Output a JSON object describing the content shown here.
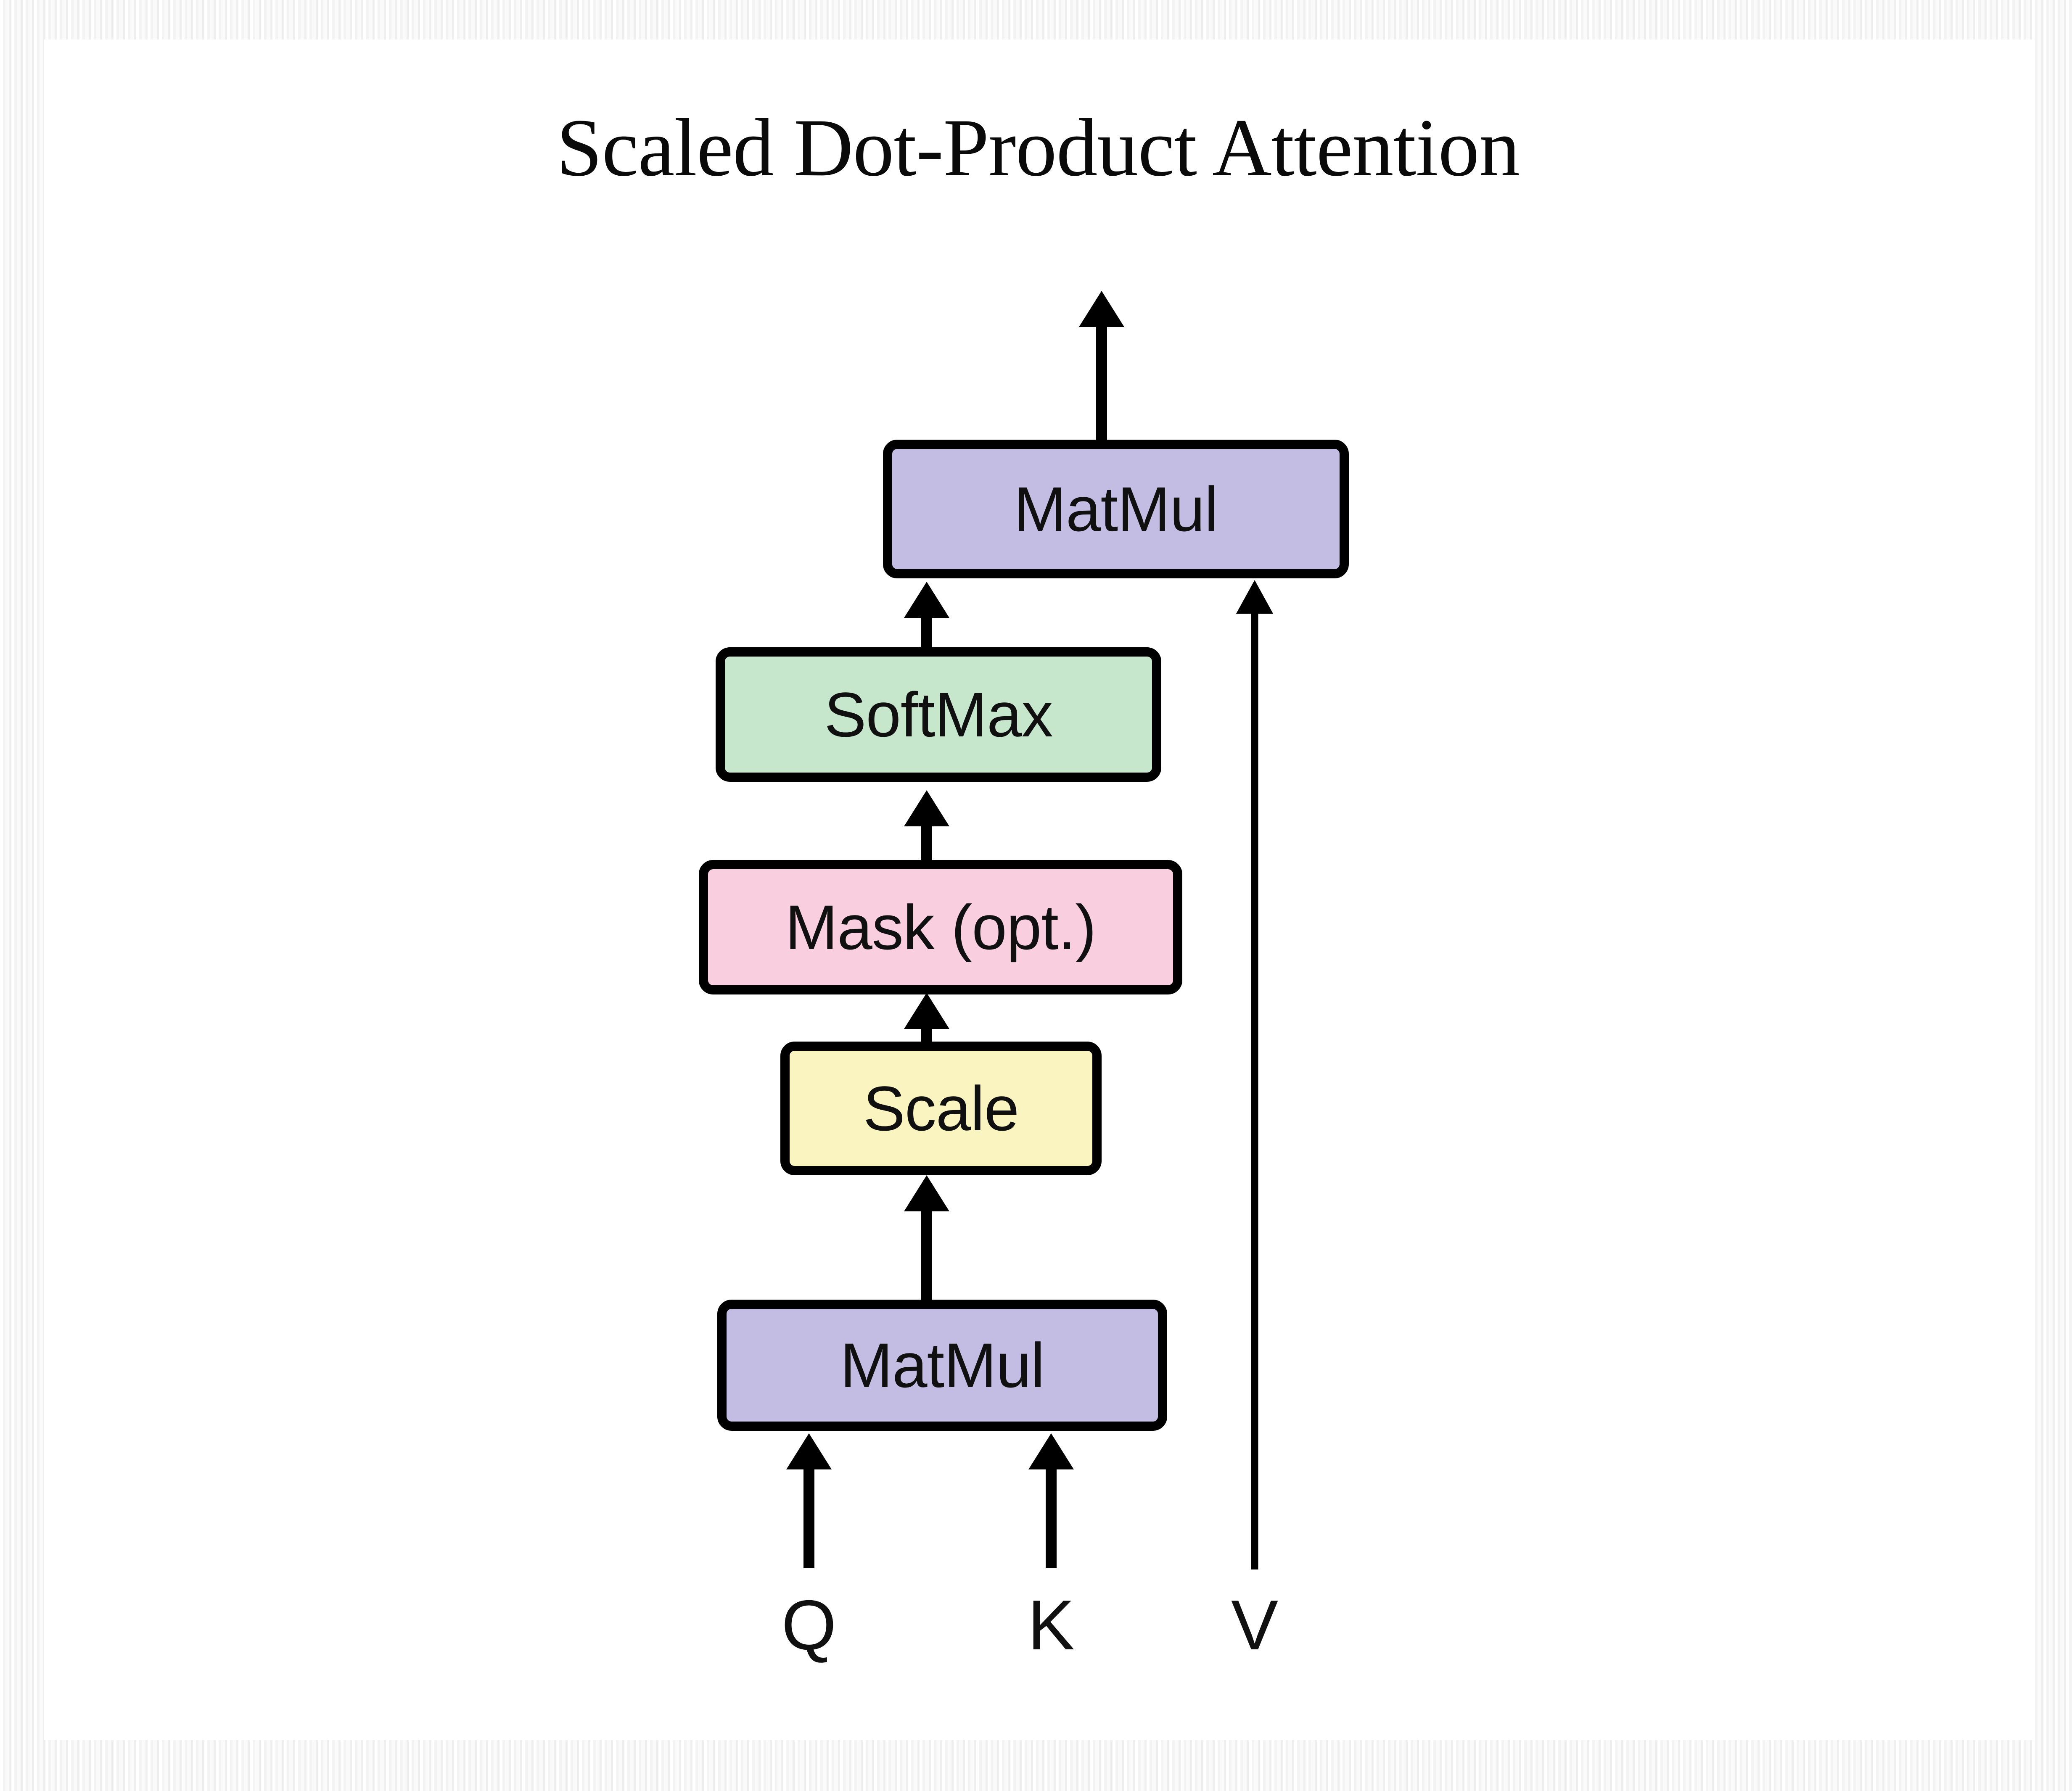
{
  "slide": {
    "title": "Scaled Dot-Product Attention",
    "background_color": "#ffffff",
    "frame_color": "#f3f3f3"
  },
  "diagram": {
    "type": "flowchart",
    "orientation": "bottom-to-top",
    "nodes": [
      {
        "id": "matmul-top",
        "label": "MatMul",
        "fill": "#C3BCE3",
        "stroke": "#000000"
      },
      {
        "id": "softmax",
        "label": "SoftMax",
        "fill": "#C7E7CC",
        "stroke": "#000000"
      },
      {
        "id": "mask",
        "label": "Mask (opt.)",
        "fill": "#F9CEDF",
        "stroke": "#000000"
      },
      {
        "id": "scale",
        "label": "Scale",
        "fill": "#FAF5C0",
        "stroke": "#000000"
      },
      {
        "id": "matmul-bot",
        "label": "MatMul",
        "fill": "#C3BCE3",
        "stroke": "#000000"
      }
    ],
    "inputs": [
      {
        "id": "q",
        "label": "Q",
        "target": "matmul-bot"
      },
      {
        "id": "k",
        "label": "K",
        "target": "matmul-bot"
      },
      {
        "id": "v",
        "label": "V",
        "target": "matmul-top"
      }
    ],
    "edges": [
      {
        "from": "q",
        "to": "matmul-bot",
        "style": "thick-arrow"
      },
      {
        "from": "k",
        "to": "matmul-bot",
        "style": "thick-arrow"
      },
      {
        "from": "matmul-bot",
        "to": "scale",
        "style": "thick-arrow"
      },
      {
        "from": "scale",
        "to": "mask",
        "style": "thick-arrow"
      },
      {
        "from": "mask",
        "to": "softmax",
        "style": "thick-arrow"
      },
      {
        "from": "softmax",
        "to": "matmul-top",
        "style": "thick-arrow"
      },
      {
        "from": "v",
        "to": "matmul-top",
        "style": "thin-arrow"
      },
      {
        "from": "matmul-top",
        "to": "output",
        "style": "thick-arrow"
      }
    ]
  }
}
